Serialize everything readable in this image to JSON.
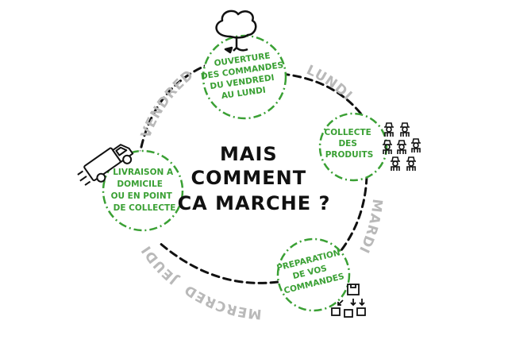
{
  "title": {
    "lines": [
      "MAIS",
      "COMMENT",
      "CA MARCHE ?"
    ]
  },
  "colors": {
    "step_circle": "#3aa034",
    "cycle_line": "#111111",
    "day_label": "#b9b9b9",
    "title": "#111111"
  },
  "steps": [
    {
      "id": "ouverture",
      "icon": "tree-icon",
      "lines": [
        "OUVERTURE",
        "DES COMMANDES",
        "DU VENDREDI",
        "AU LUNDI"
      ]
    },
    {
      "id": "collecte",
      "icon": "farmers-icon",
      "lines": [
        "COLLECTE",
        "DES",
        "PRODUITS"
      ]
    },
    {
      "id": "preparation",
      "icon": "boxes-icon",
      "lines": [
        "PREPARATION",
        "DE VOS",
        "COMMANDES"
      ]
    },
    {
      "id": "livraison",
      "icon": "delivery-truck-icon",
      "lines": [
        "LIVRAISON A",
        "DOMICILE",
        "OU EN POINT",
        "DE COLLECTE"
      ]
    }
  ],
  "days": [
    "LUNDI",
    "MARDI",
    "MERCREDI",
    "JEUDI",
    "VENDREDI"
  ]
}
